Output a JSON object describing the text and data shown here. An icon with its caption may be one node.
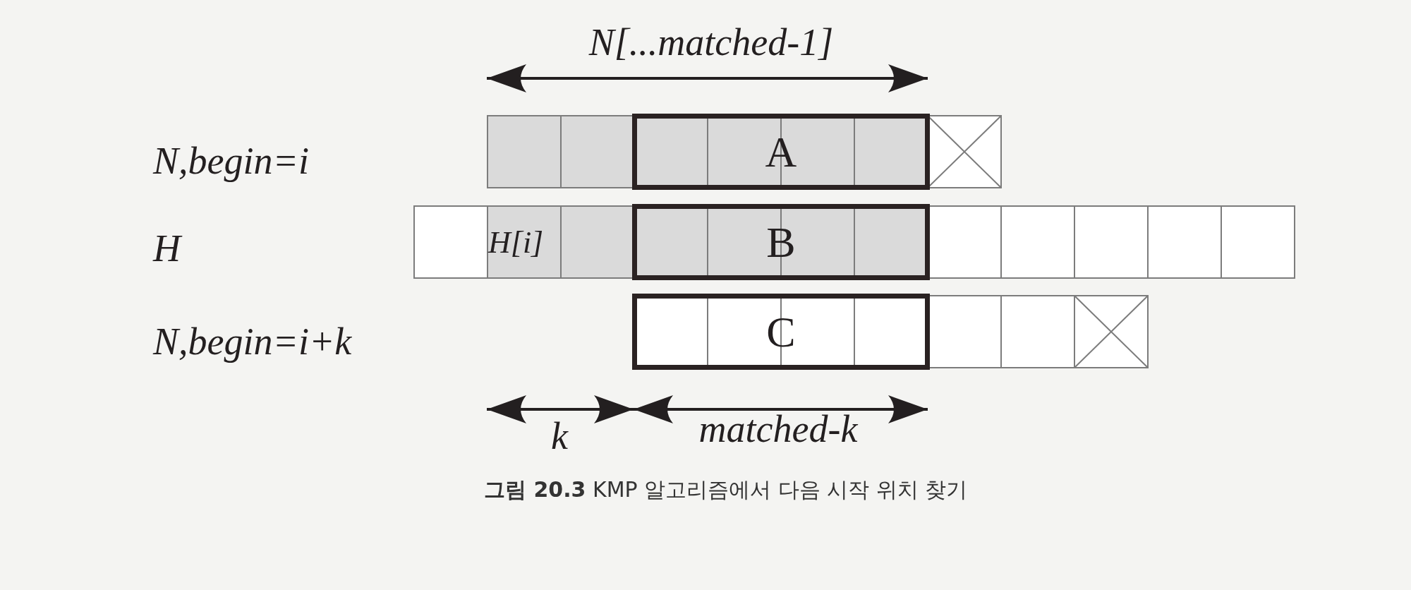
{
  "diagram": {
    "caption": "**그림 20.3** KMP 알고리즘에서 다음 시작 위치 찾기",
    "nodes": [
      {
        "text": [
          "A"
        ]
      },
      {
        "text": [
          "B"
        ]
      },
      {
        "text": [
          "C"
        ]
      }
    ],
    "labels": [
      "N[...matched-1]",
      "N,begin=i",
      "H",
      "H[i]",
      "N,begin=i+k",
      "k",
      "matched-k"
    ]
  }
}
